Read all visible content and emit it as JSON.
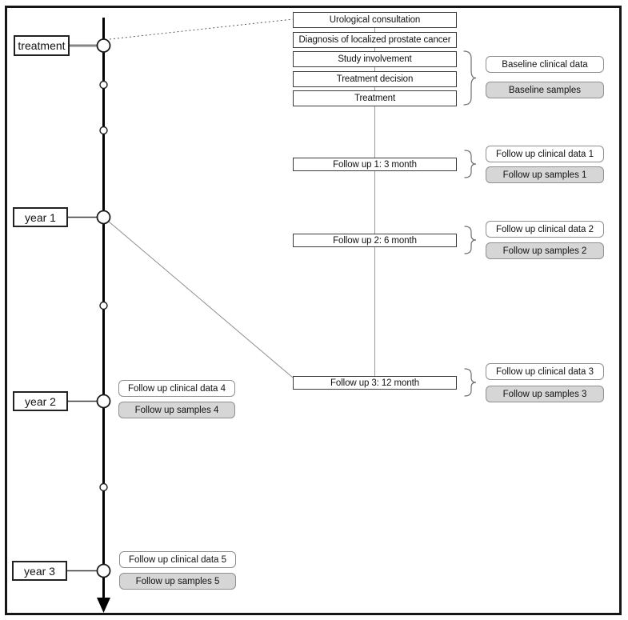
{
  "timeline": {
    "labels": [
      "treatment",
      "year 1",
      "year 2",
      "year 3"
    ]
  },
  "stages": [
    "Urological consultation",
    "Diagnosis of localized prostate cancer",
    "Study involvement",
    "Treatment decision",
    "Treatment"
  ],
  "followups": [
    "Follow up 1: 3 month",
    "Follow up 2: 6 month",
    "Follow up 3: 12 month"
  ],
  "annotations": [
    {
      "clinical": "Baseline clinical data",
      "samples": "Baseline samples"
    },
    {
      "clinical": "Follow up clinical data 1",
      "samples": "Follow up samples 1"
    },
    {
      "clinical": "Follow up clinical data 2",
      "samples": "Follow up samples 2"
    },
    {
      "clinical": "Follow up clinical data 3",
      "samples": "Follow up samples 3"
    },
    {
      "clinical": "Follow up clinical data 4",
      "samples": "Follow up samples 4"
    },
    {
      "clinical": "Follow up clinical data 5",
      "samples": "Follow up samples 5"
    }
  ],
  "colors": {
    "samples_fill": "#d6d6d6",
    "clinical_fill": "#ffffff",
    "pill_border": "#8f8f8f",
    "box_border": "#3c3c3c",
    "line": "#000000",
    "thin_line": "#9a9a9a"
  }
}
